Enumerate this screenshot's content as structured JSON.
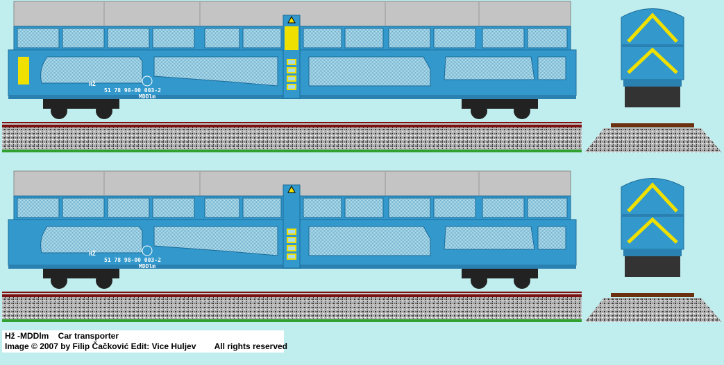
{
  "caption": {
    "model": "Hž -MDDlm",
    "description": "Car transporter",
    "credit": "Image © 2007 by Filip Čačković Edit: Vice Huljev",
    "rights": "All rights reserved"
  },
  "wagon_markings": {
    "number": "51 78 98-00 003-2",
    "type": "MDDlm",
    "owner": "HŽ"
  },
  "colors": {
    "background": "#c0eeee",
    "body": "#3399cc",
    "roof": "#c4c4c4",
    "window": "#a8dcec",
    "door_yellow": "#f0e000",
    "rail_tie": "#7a1010",
    "grass": "#30a030"
  }
}
